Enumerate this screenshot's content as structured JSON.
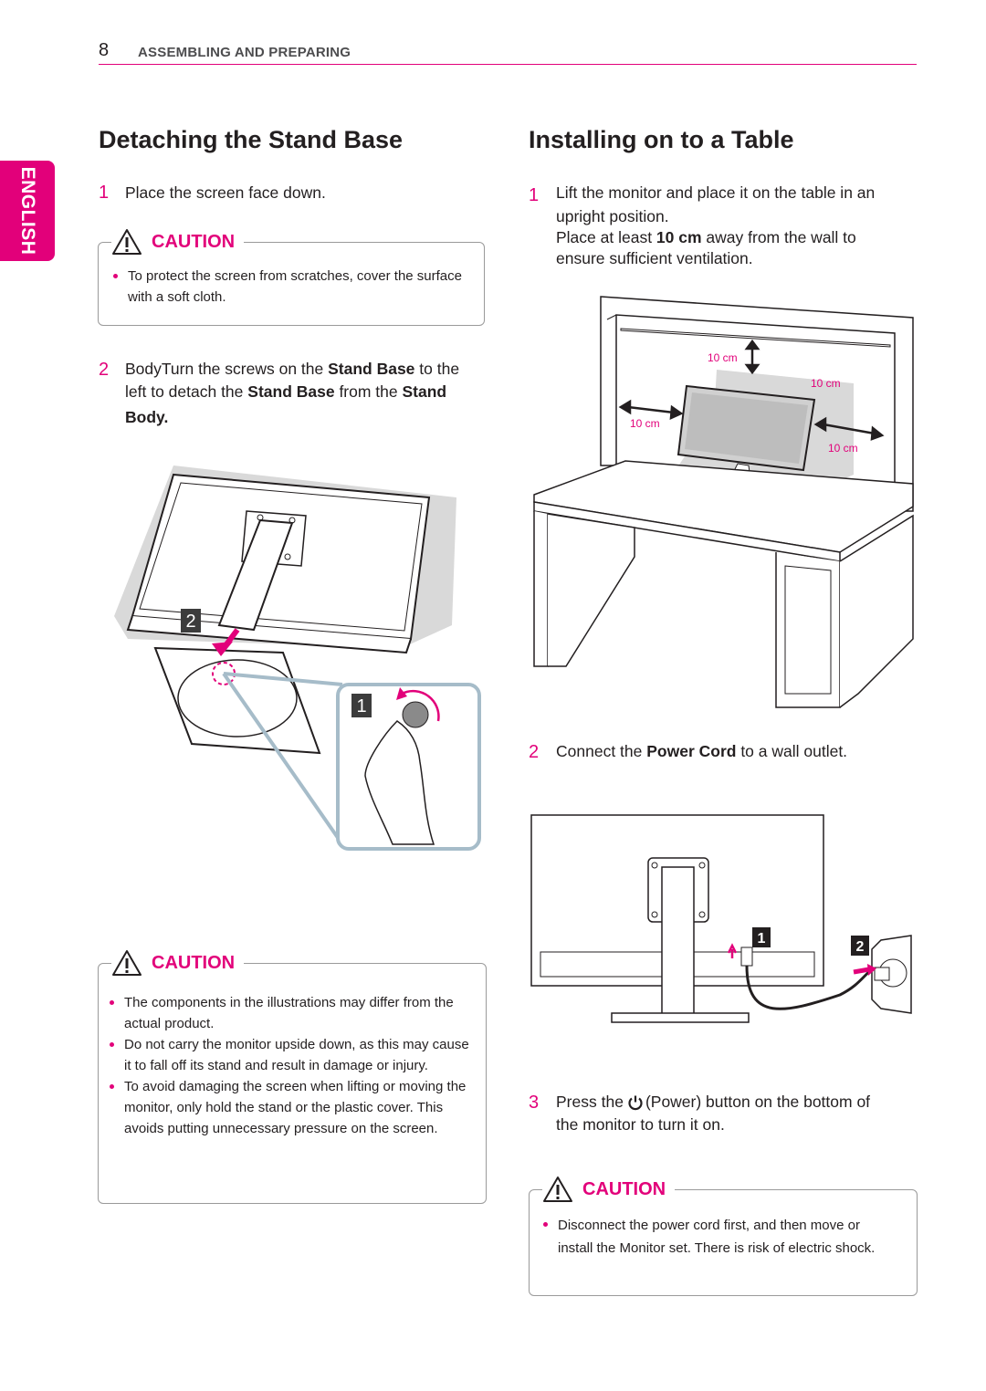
{
  "header": {
    "page_number": "8",
    "section_title": "ASSEMBLING AND PREPARING"
  },
  "language_tab": "ENGLISH",
  "left": {
    "title": "Detaching the Stand Base",
    "step1": {
      "num": "1",
      "text": "Place the screen face down."
    },
    "caution1": {
      "label": "CAUTION",
      "items": [
        "To protect the screen from scratches, cover the surface with a soft cloth."
      ]
    },
    "step2": {
      "num": "2",
      "line1_a": "BodyTurn the screws on the ",
      "line1_b": "Stand Base",
      "line1_c": " to the",
      "line2_a": "left to detach the ",
      "line2_b": "Stand Base",
      "line2_c": " from the ",
      "line2_d": "Stand",
      "line3": "Body."
    },
    "figure": {
      "callout_1": "1",
      "callout_2": "2"
    },
    "caution2": {
      "label": "CAUTION",
      "items": [
        "The components in the illustrations may differ from the actual product.",
        "Do not carry the monitor upside down, as this may cause it to fall off its stand and result in damage or injury.",
        "To avoid damaging the screen when lifting or moving the monitor, only hold the stand or the plastic cover. This avoids putting unnecessary pressure on the screen."
      ]
    }
  },
  "right": {
    "title": "Installing on to a Table",
    "step1": {
      "num": "1",
      "line1": "Lift the monitor and place it on the table in an",
      "line2": "upright position.",
      "line3_a": "Place at least ",
      "line3_b": "10 cm",
      "line3_c": " away from the wall to",
      "line4": "ensure sufficient ventilation."
    },
    "desk_figure": {
      "clearance_top": "10 cm",
      "clearance_right_top": "10 cm",
      "clearance_left": "10 cm",
      "clearance_right": "10 cm"
    },
    "step2": {
      "num": "2",
      "text_a": "Connect the ",
      "text_b": "Power Cord",
      "text_c": " to a wall outlet."
    },
    "power_figure": {
      "callout_1": "1",
      "callout_2": "2"
    },
    "step3": {
      "num": "3",
      "line1_a": "Press the ",
      "line1_b": " (Power) button on the bottom of",
      "line2": "the monitor to turn it on."
    },
    "caution3": {
      "label": "CAUTION",
      "items": [
        "Disconnect the power cord first, and then move or install the Monitor set. There is risk of electric shock."
      ]
    }
  },
  "colors": {
    "accent": "#e2007a",
    "text": "#231f20",
    "callout_bg": "#3c3c3c"
  }
}
